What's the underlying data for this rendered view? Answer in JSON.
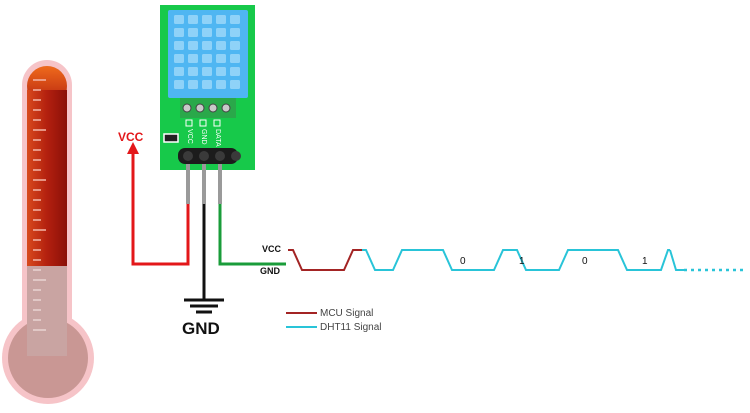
{
  "module": {
    "pin_labels": [
      "VCC",
      "GND",
      "DATA"
    ]
  },
  "wires": {
    "vcc_label": "VCC",
    "gnd_label": "GND"
  },
  "timing": {
    "vcc_label": "VCC",
    "gnd_label": "GND",
    "bits": [
      "0",
      "1",
      "0",
      "1"
    ]
  },
  "legend": {
    "items": [
      {
        "label": "MCU Signal",
        "color": "#a32424"
      },
      {
        "label": "DHT11 Signal",
        "color": "#29c4d8"
      }
    ]
  },
  "thermometer": {
    "level_fraction": 0.7
  },
  "colors": {
    "module_green": "#17c94a",
    "sensor_blue": "#4fb6f2",
    "vcc_red": "#e3171a",
    "data_green": "#1a9c3a",
    "mcu_signal": "#a32424",
    "dht_signal": "#29c4d8"
  }
}
